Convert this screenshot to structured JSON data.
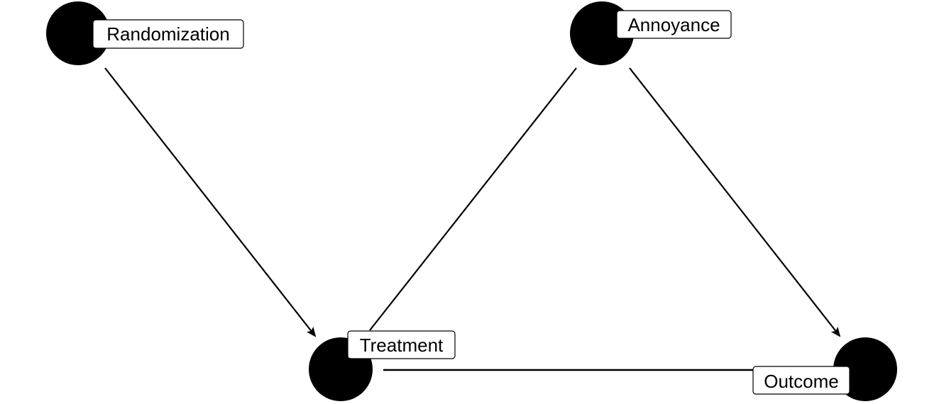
{
  "nodes": [
    {
      "id": "randomization",
      "label": "Randomization"
    },
    {
      "id": "annoyance",
      "label": "Annoyance"
    },
    {
      "id": "treatment",
      "label": "Treatment"
    },
    {
      "id": "outcome",
      "label": "Outcome"
    }
  ],
  "edges": [
    {
      "from": "randomization",
      "to": "treatment",
      "arrow": true
    },
    {
      "from": "annoyance",
      "to": "treatment",
      "arrow": false
    },
    {
      "from": "annoyance",
      "to": "outcome",
      "arrow": true
    },
    {
      "from": "treatment",
      "to": "outcome",
      "arrow": false
    }
  ],
  "colors": {
    "node_fill": "#000000",
    "edge": "#000000",
    "label_background": "#ffffff",
    "label_border": "#000000",
    "label_text": "#000000",
    "background": "#ffffff"
  }
}
